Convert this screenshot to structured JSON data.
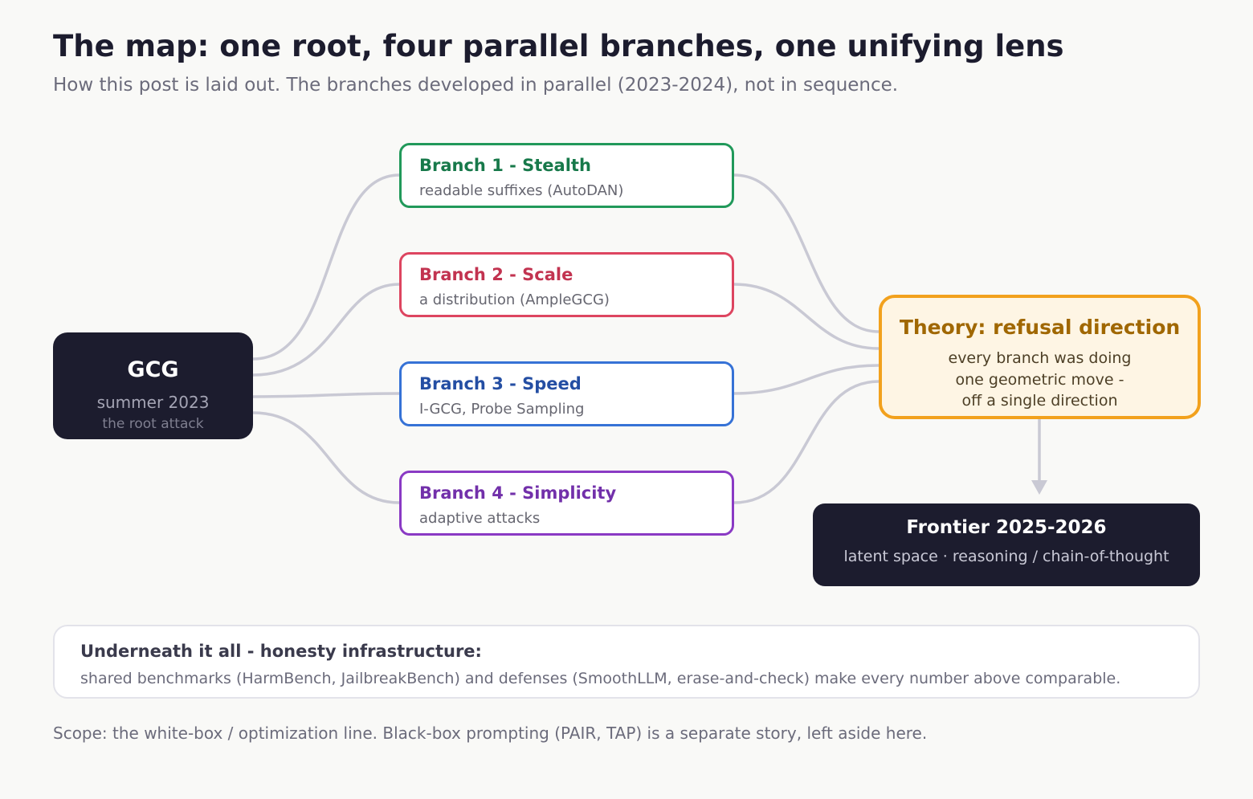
{
  "header": {
    "title": "The map: one root, four parallel branches, one unifying lens",
    "subtitle": "How this post is laid out. The branches developed in parallel (2023-2024), not in sequence."
  },
  "root": {
    "title": "GCG",
    "line1": "summer 2023",
    "line2": "the root attack"
  },
  "branches": [
    {
      "title": "Branch 1 - Stealth",
      "desc": "readable suffixes (AutoDAN)",
      "color": "#21995a"
    },
    {
      "title": "Branch 2 - Scale",
      "desc": "a distribution (AmpleGCG)",
      "color": "#dd4560"
    },
    {
      "title": "Branch 3 - Speed",
      "desc": "I-GCG, Probe Sampling",
      "color": "#3672d6"
    },
    {
      "title": "Branch 4 - Simplicity",
      "desc": "adaptive attacks",
      "color": "#8a3ac4"
    }
  ],
  "theory": {
    "title": "Theory: refusal direction",
    "lines": [
      "every branch was doing",
      "one geometric move -",
      "off a single direction"
    ],
    "color": "#f2a11d"
  },
  "frontier": {
    "title": "Frontier 2025-2026",
    "subtitle": "latent space · reasoning / chain-of-thought"
  },
  "infrastructure": {
    "title": "Underneath it all - honesty infrastructure:",
    "desc": "shared benchmarks (HarmBench, JailbreakBench) and defenses (SmoothLLM, erase-and-check) make every number above comparable."
  },
  "footer": {
    "scope": "Scope: the white-box / optimization line. Black-box prompting (PAIR, TAP) is a separate story, left aside here."
  },
  "colors": {
    "background": "#f9f9f7",
    "dark_node": "#1c1c2e",
    "connector": "#c9c9d4"
  }
}
